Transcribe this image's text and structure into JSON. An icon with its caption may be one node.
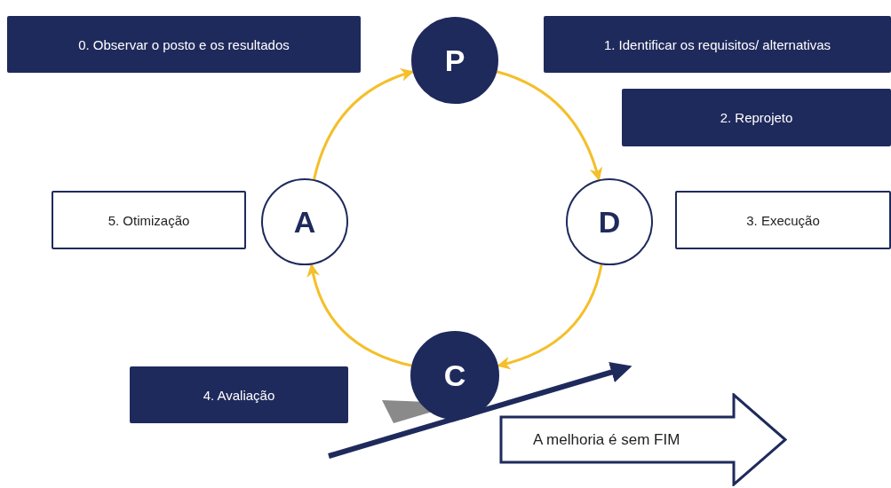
{
  "diagram": {
    "nodes": [
      {
        "text": [
          "0. Observar o posto e os resultados"
        ]
      },
      {
        "text": [
          "P"
        ]
      },
      {
        "text": [
          "1. Identificar os requisitos/ alternativas"
        ]
      },
      {
        "text": [
          "2. Reprojeto"
        ]
      },
      {
        "text": [
          "5. Otimização"
        ]
      },
      {
        "text": [
          "A"
        ]
      },
      {
        "text": [
          "D"
        ]
      },
      {
        "text": [
          "3. Execução"
        ]
      },
      {
        "text": [
          "C"
        ]
      },
      {
        "text": [
          "4. Avaliação"
        ]
      },
      {
        "text": [
          "A melhoria é sem FIM"
        ]
      }
    ],
    "edges": [
      {
        "from": 5,
        "to": 1,
        "arrow": "to"
      },
      {
        "from": 1,
        "to": 6,
        "arrow": "to"
      },
      {
        "from": 6,
        "to": 8,
        "arrow": "to"
      },
      {
        "from": 8,
        "to": 5,
        "arrow": "to"
      }
    ]
  }
}
